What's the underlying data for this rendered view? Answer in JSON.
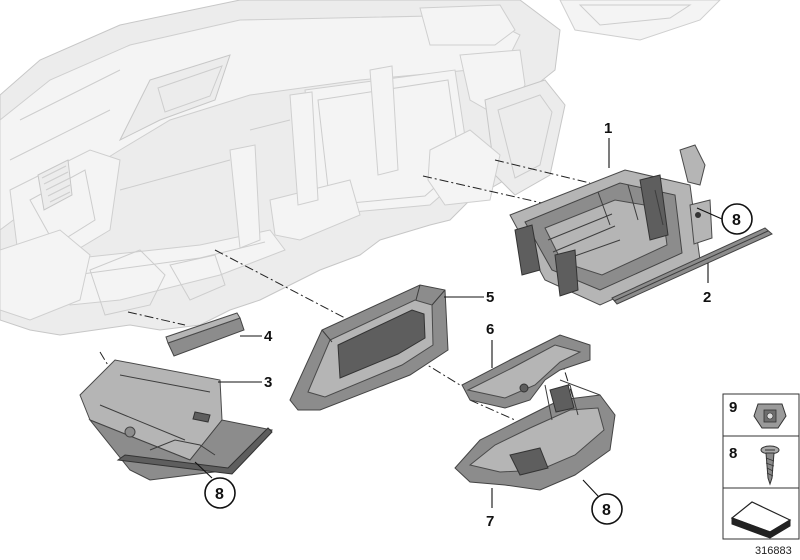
{
  "diagram": {
    "callouts": [
      {
        "id": "c1",
        "label": "1"
      },
      {
        "id": "c2",
        "label": "2"
      },
      {
        "id": "c3",
        "label": "3"
      },
      {
        "id": "c4",
        "label": "4"
      },
      {
        "id": "c5",
        "label": "5"
      },
      {
        "id": "c6",
        "label": "6"
      },
      {
        "id": "c7",
        "label": "7"
      }
    ],
    "circled_callouts": [
      {
        "id": "k1",
        "label": "8"
      },
      {
        "id": "k2",
        "label": "8"
      },
      {
        "id": "k3",
        "label": "8"
      }
    ],
    "legend": {
      "items": [
        {
          "label": "9",
          "part": "clip-nut"
        },
        {
          "label": "8",
          "part": "screw"
        }
      ],
      "bottom_icon": "pad-shape-icon"
    },
    "reference_number": "316883"
  }
}
